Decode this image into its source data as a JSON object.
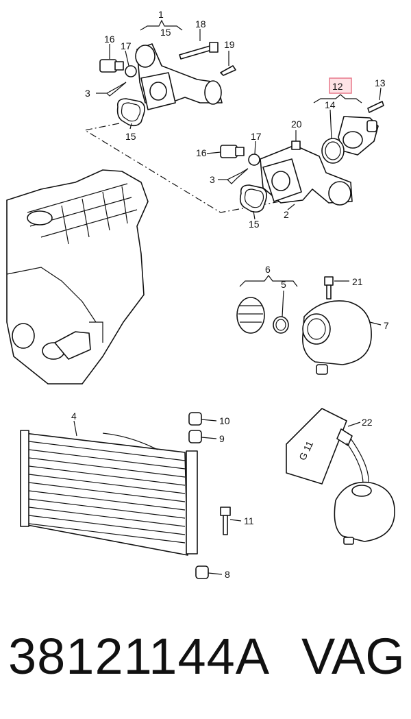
{
  "callouts": {
    "c1": "1",
    "c15a": "15",
    "c18": "18",
    "c16a": "16",
    "c17a": "17",
    "c19": "19",
    "c3a": "3",
    "c15b": "15",
    "c12": "12",
    "c13": "13",
    "c14": "14",
    "c20": "20",
    "c17b": "17",
    "c16b": "16",
    "c3b": "3",
    "c2": "2",
    "c15c": "15",
    "c6": "6",
    "c21": "21",
    "c5": "5",
    "c7": "7",
    "c4": "4",
    "c10": "10",
    "c9": "9",
    "c11": "11",
    "c8": "8",
    "c22": "22"
  },
  "bottle_text": "G 11",
  "footer": {
    "part_number": "38121144A",
    "brand": "VAG"
  },
  "highlight_color": "#e8788a"
}
